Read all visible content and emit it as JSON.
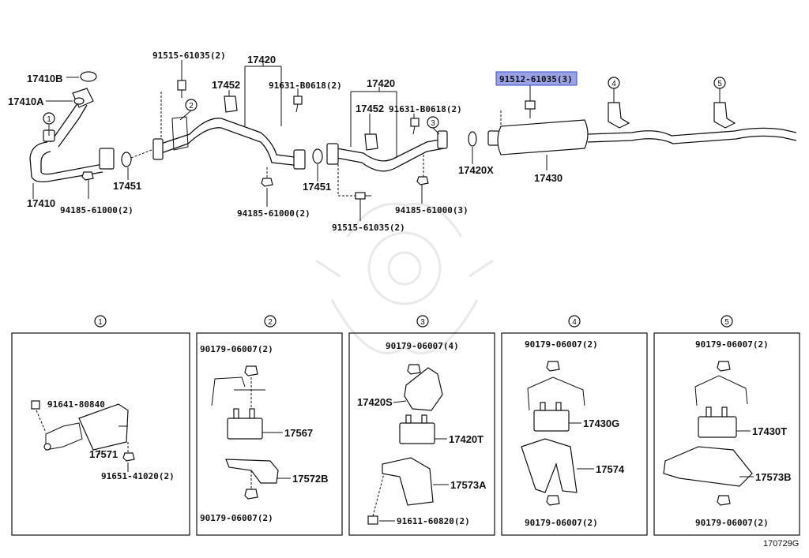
{
  "callouts": [
    "1",
    "2",
    "3",
    "4",
    "5"
  ],
  "top": {
    "p17410b": "17410B",
    "p17410a": "17410A",
    "p17410": "17410",
    "p94185a": "94185-61000(2)",
    "p17451a": "17451",
    "p91515a": "91515-61035(2)",
    "p17420a": "17420",
    "p17452a": "17452",
    "p91631a": "91631-B0618(2)",
    "p17451b": "17451",
    "p94185b": "94185-61000(2)",
    "p17420b": "17420",
    "p17452b": "17452",
    "p91631b": "91631-B0618(2)",
    "p91515b": "91515-61035(2)",
    "p94185c": "94185-61000(3)",
    "p17420x": "17420X",
    "p91512": "91512-61035(3)",
    "p17430": "17430"
  },
  "panels": {
    "p1": {
      "bolt": "91641-80840",
      "part": "17571",
      "nut": "91651-41020(2)"
    },
    "p2": {
      "top": "90179-06007(2)",
      "mount": "17567",
      "bracket": "17572B",
      "bottom": "90179-06007(2)"
    },
    "p3": {
      "top": "90179-06007(4)",
      "s": "17420S",
      "t": "17420T",
      "a": "17573A",
      "bolt": "91611-60820(2)"
    },
    "p4": {
      "top": "90179-06007(2)",
      "g": "17430G",
      "b": "17574",
      "bottom": "90179-06007(2)"
    },
    "p5": {
      "top": "90179-06007(2)",
      "t": "17430T",
      "b": "17573B",
      "bottom": "90179-06007(2)"
    }
  },
  "diagram_code": "170729G",
  "colors": {
    "highlight_fill": "#9aa3e6",
    "highlight_border": "#3a4cc9",
    "line": "#111111"
  }
}
